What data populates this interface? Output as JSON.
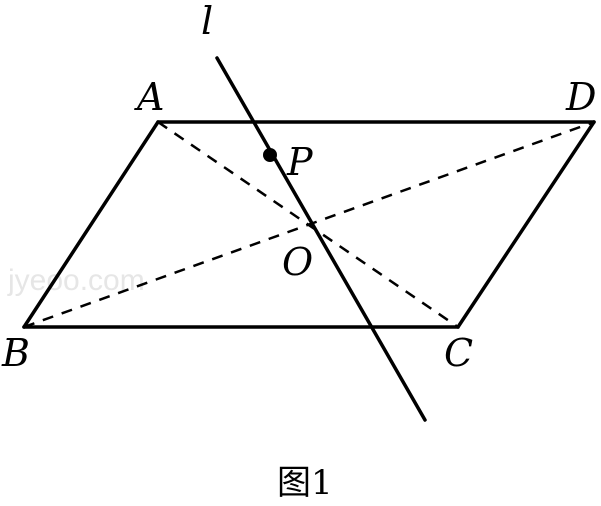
{
  "diagram": {
    "points": {
      "A": "A",
      "B": "B",
      "C": "C",
      "D": "D",
      "O": "O",
      "P": "P"
    },
    "line_label": "l",
    "caption": "图1",
    "watermark": "jyeoo.com"
  }
}
